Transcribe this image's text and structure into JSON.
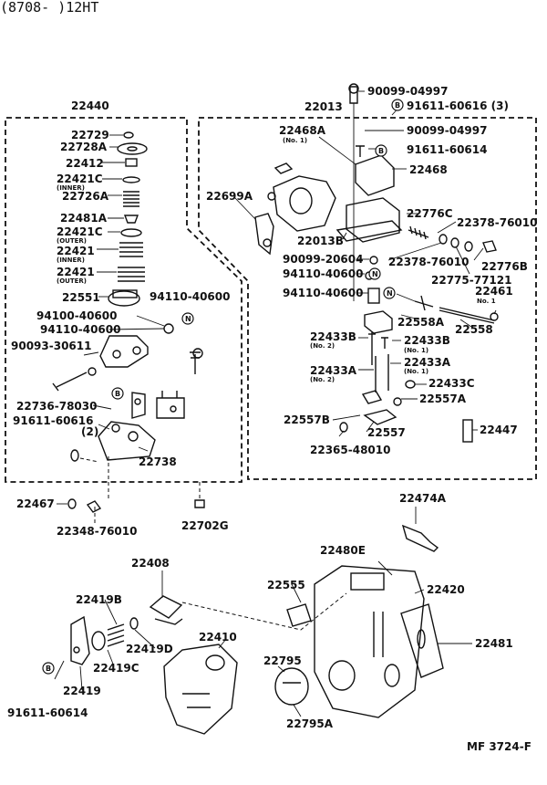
{
  "header": {
    "text": "(8708-      )12HT"
  },
  "groups": {
    "left": "22440",
    "right": "22013"
  },
  "labels": [
    {
      "id": "l1",
      "text": "90099-04997"
    },
    {
      "id": "l2",
      "text": "91611-60616 (3)"
    },
    {
      "id": "l3",
      "text": "22468A"
    },
    {
      "id": "l4",
      "text": "90099-04997"
    },
    {
      "id": "l5",
      "text": "91611-60614"
    },
    {
      "id": "l6",
      "text": "22468"
    },
    {
      "id": "l7",
      "text": "22729"
    },
    {
      "id": "l8",
      "text": "22728A"
    },
    {
      "id": "l9",
      "text": "22412"
    },
    {
      "id": "l10",
      "text": "22421C"
    },
    {
      "id": "l11",
      "text": "22726A"
    },
    {
      "id": "l12",
      "text": "22481A"
    },
    {
      "id": "l13",
      "text": "22421C"
    },
    {
      "id": "l14",
      "text": "22421"
    },
    {
      "id": "l15",
      "text": "22421"
    },
    {
      "id": "l16",
      "text": "22551"
    },
    {
      "id": "l17",
      "text": "94110-40600"
    },
    {
      "id": "l18",
      "text": "94100-40600"
    },
    {
      "id": "l19",
      "text": "94110-40600"
    },
    {
      "id": "l20",
      "text": "90093-30611"
    },
    {
      "id": "l21",
      "text": "22736-78030"
    },
    {
      "id": "l22",
      "text": "91611-60616"
    },
    {
      "id": "l23",
      "text": "(2)"
    },
    {
      "id": "l24",
      "text": "22738"
    },
    {
      "id": "l25",
      "text": "22699A"
    },
    {
      "id": "l26",
      "text": "22776C"
    },
    {
      "id": "l27",
      "text": "22378-76010"
    },
    {
      "id": "l28",
      "text": "22013B"
    },
    {
      "id": "l29",
      "text": "90099-20604"
    },
    {
      "id": "l30",
      "text": "22378-76010"
    },
    {
      "id": "l31",
      "text": "22776B"
    },
    {
      "id": "l32",
      "text": "94110-40600"
    },
    {
      "id": "l33",
      "text": "22775-77121"
    },
    {
      "id": "l34",
      "text": "94110-40600"
    },
    {
      "id": "l35",
      "text": "22461"
    },
    {
      "id": "l36",
      "text": "22558A"
    },
    {
      "id": "l37",
      "text": "22558"
    },
    {
      "id": "l38",
      "text": "22433B"
    },
    {
      "id": "l39",
      "text": "22433B"
    },
    {
      "id": "l40",
      "text": "22433A"
    },
    {
      "id": "l41",
      "text": "22433A"
    },
    {
      "id": "l42",
      "text": "22433C"
    },
    {
      "id": "l43",
      "text": "22557A"
    },
    {
      "id": "l44",
      "text": "22557B"
    },
    {
      "id": "l45",
      "text": "22557"
    },
    {
      "id": "l46",
      "text": "22447"
    },
    {
      "id": "l47",
      "text": "22365-48010"
    },
    {
      "id": "l48",
      "text": "22467"
    },
    {
      "id": "l49",
      "text": "22348-76010"
    },
    {
      "id": "l50",
      "text": "22702G"
    },
    {
      "id": "l51",
      "text": "22474A"
    },
    {
      "id": "l52",
      "text": "22408"
    },
    {
      "id": "l53",
      "text": "22480E"
    },
    {
      "id": "l54",
      "text": "22555"
    },
    {
      "id": "l55",
      "text": "22420"
    },
    {
      "id": "l56",
      "text": "22419B"
    },
    {
      "id": "l57",
      "text": "22410"
    },
    {
      "id": "l58",
      "text": "22481"
    },
    {
      "id": "l59",
      "text": "22419D"
    },
    {
      "id": "l60",
      "text": "22419C"
    },
    {
      "id": "l61",
      "text": "22795"
    },
    {
      "id": "l62",
      "text": "22419"
    },
    {
      "id": "l63",
      "text": "91611-60614"
    },
    {
      "id": "l64",
      "text": "22795A"
    },
    {
      "id": "l65",
      "text": "MF  3724-F"
    }
  ],
  "sublabels": [
    {
      "id": "s1",
      "text": "(No. 1)"
    },
    {
      "id": "s2",
      "text": "(INNER)"
    },
    {
      "id": "s3",
      "text": "(OUTER)"
    },
    {
      "id": "s4",
      "text": "(INNER)"
    },
    {
      "id": "s5",
      "text": "(OUTER)"
    },
    {
      "id": "s6",
      "text": "No. 1"
    },
    {
      "id": "s7",
      "text": "(No. 2)"
    },
    {
      "id": "s8",
      "text": "(No. 1)"
    },
    {
      "id": "s9",
      "text": "(No. 2)"
    },
    {
      "id": "s10",
      "text": "(No. 1)"
    }
  ],
  "markers": {
    "bolt": "B",
    "nut": "N"
  }
}
